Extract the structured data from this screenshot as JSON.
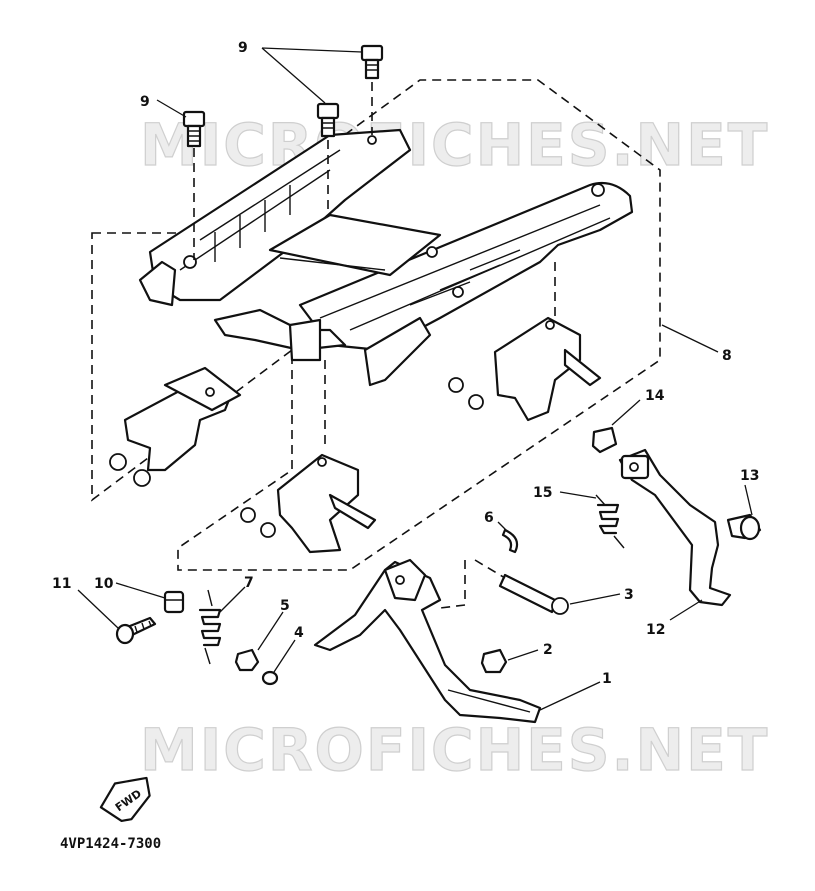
{
  "diagram": {
    "part_code": "4VP1424-7300",
    "fwd_label": "FWD",
    "watermark_top": "MICROFICHES.NET",
    "watermark_bottom": "MICROFICHES.NET",
    "callouts": {
      "c1": "1",
      "c2": "2",
      "c3": "3",
      "c4": "4",
      "c5": "5",
      "c6": "6",
      "c7": "7",
      "c8": "8",
      "c9a": "9",
      "c9b": "9",
      "c10": "10",
      "c11": "11",
      "c12": "12",
      "c13": "13",
      "c14": "14",
      "c15": "15"
    }
  }
}
